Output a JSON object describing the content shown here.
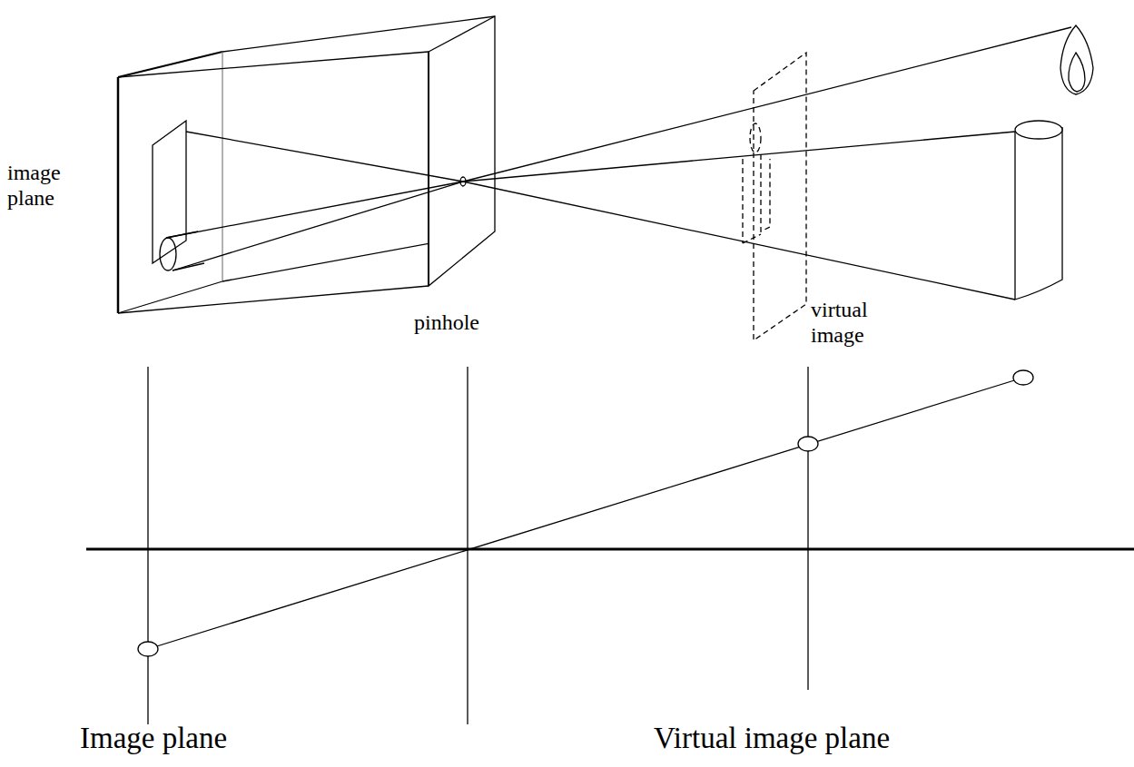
{
  "diagram": {
    "labels": [
      "image plane",
      "pinhole",
      "virtual image",
      "Image plane",
      "Virtual image plane"
    ]
  }
}
